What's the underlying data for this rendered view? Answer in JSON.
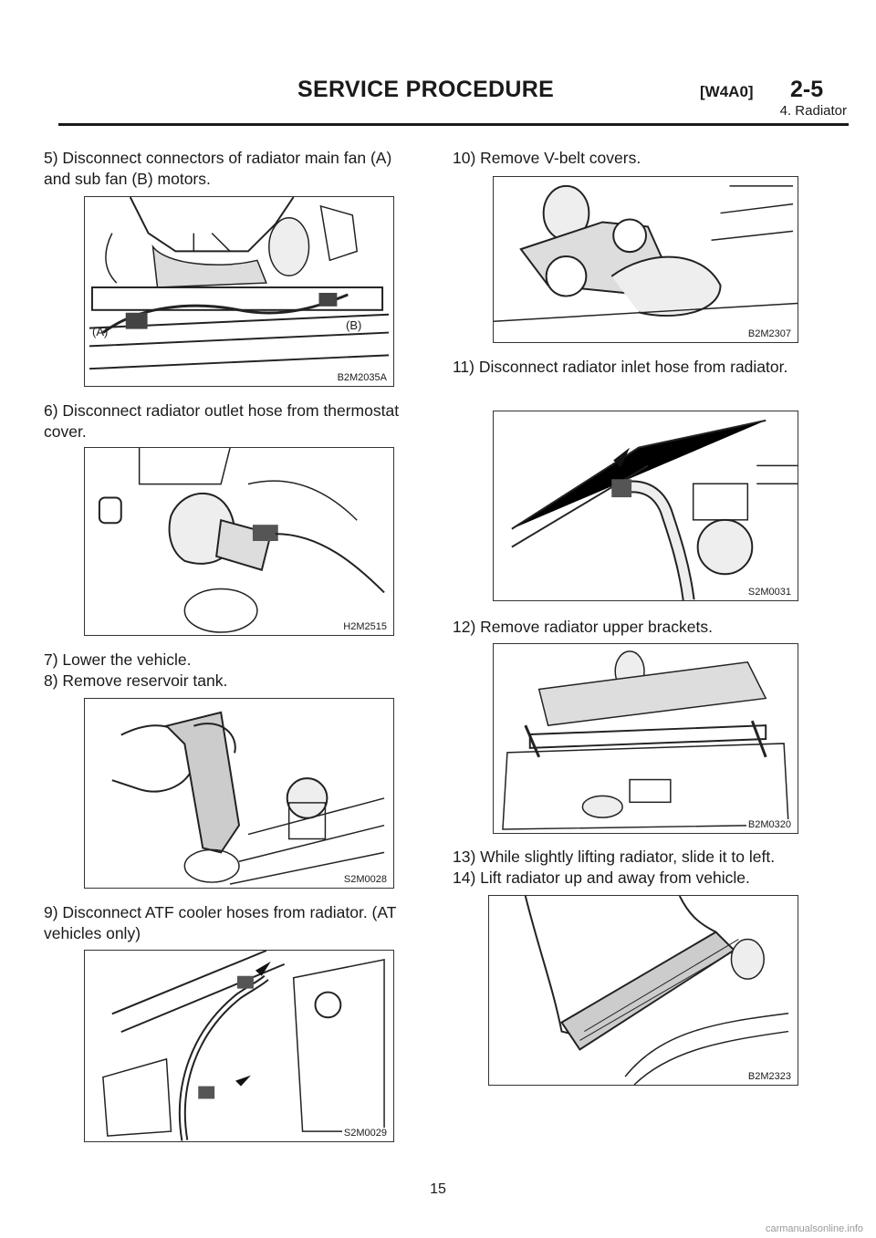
{
  "header": {
    "title": "SERVICE PROCEDURE",
    "code": "[W4A0]",
    "section": "2-5",
    "subtitle": "4. Radiator"
  },
  "left_column": {
    "step5": {
      "line1": "5) Disconnect connectors of radiator main fan (A)",
      "line2": "and sub fan (B) motors."
    },
    "fig1": {
      "label": "B2M2035A",
      "callout_a": "(A)",
      "callout_b": "(B)"
    },
    "step6": {
      "line1": "6) Disconnect radiator outlet hose from thermostat",
      "line2": "cover."
    },
    "fig2": {
      "label": "H2M2515"
    },
    "step7": "7) Lower the vehicle.",
    "step8": "8) Remove reservoir tank.",
    "fig3": {
      "label": "S2M0028"
    },
    "step9": {
      "line1": "9) Disconnect ATF cooler hoses from radiator. (AT",
      "line2": "vehicles only)"
    },
    "fig4": {
      "label": "S2M0029"
    }
  },
  "right_column": {
    "step10": "10) Remove V-belt covers.",
    "fig5": {
      "label": "B2M2307"
    },
    "step11": "11) Disconnect radiator inlet hose from radiator.",
    "fig6": {
      "label": "S2M0031"
    },
    "step12": "12) Remove radiator upper brackets.",
    "fig7": {
      "label": "B2M0320"
    },
    "step13": "13) While slightly lifting radiator, slide it to left.",
    "step14": "14) Lift radiator up and away from vehicle.",
    "fig8": {
      "label": "B2M2323"
    }
  },
  "footer": {
    "page_number": "15",
    "watermark": "carmanualsonline.info"
  }
}
